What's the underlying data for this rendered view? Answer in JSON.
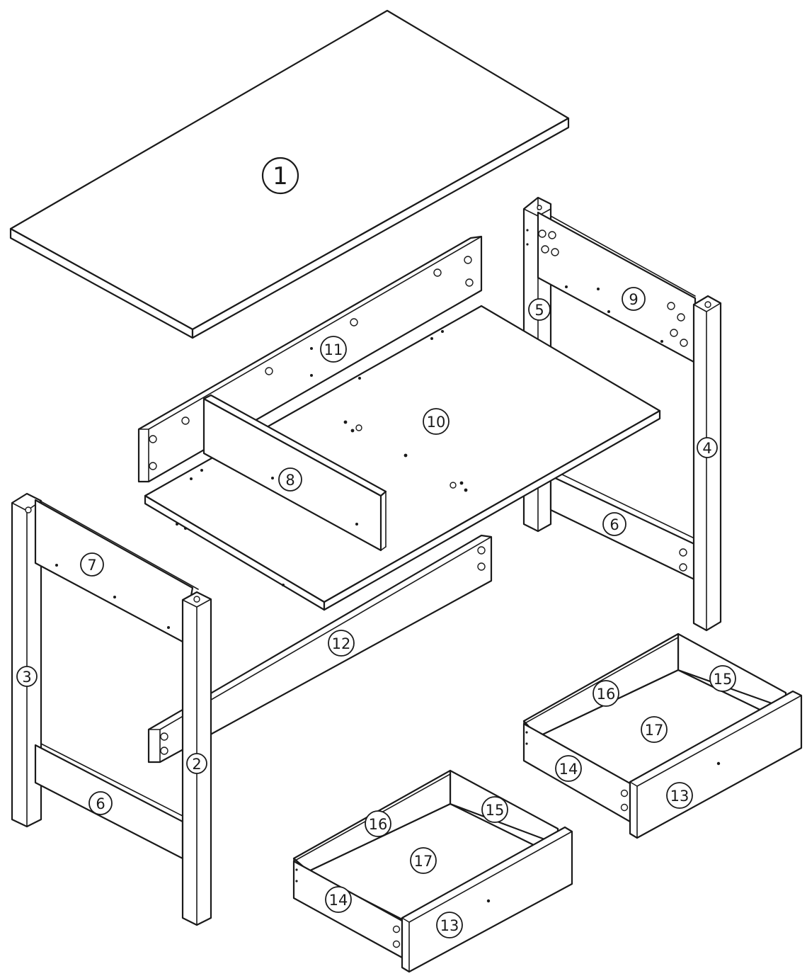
{
  "callouts": {
    "p1": "1",
    "p2": "2",
    "p3": "3",
    "p4": "4",
    "p5": "5",
    "p6_right": "6",
    "p6_left": "6",
    "p7": "7",
    "p8": "8",
    "p9": "9",
    "p10": "10",
    "p11": "11",
    "p12": "12",
    "d1_p13": "13",
    "d1_p14": "14",
    "d1_p15": "15",
    "d1_p16": "16",
    "d1_p17": "17",
    "d2_p13": "13",
    "d2_p14": "14",
    "d2_p15": "15",
    "d2_p16": "16",
    "d2_p17": "17"
  }
}
